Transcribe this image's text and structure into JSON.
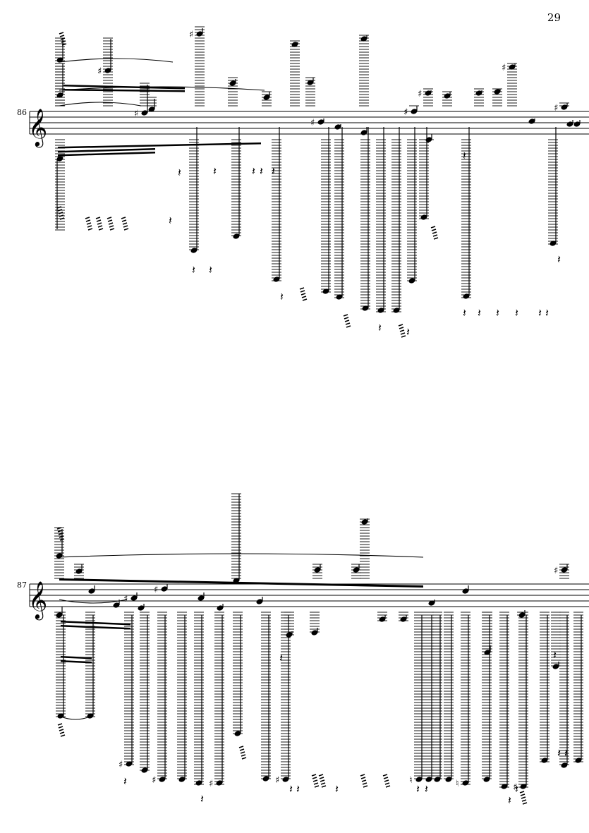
{
  "page": {
    "number": "29"
  },
  "systems": [
    {
      "measure_number": "86",
      "clef": "treble",
      "clef_glyph": "𝄞",
      "colors": {
        "ink": "#000000",
        "paper": "#ffffff"
      }
    },
    {
      "measure_number": "87",
      "clef": "treble",
      "clef_glyph": "𝄞",
      "colors": {
        "ink": "#000000",
        "paper": "#ffffff"
      }
    }
  ],
  "glyphs": {
    "sharp": "♯",
    "natural": "♮",
    "rest": "𝄽"
  }
}
